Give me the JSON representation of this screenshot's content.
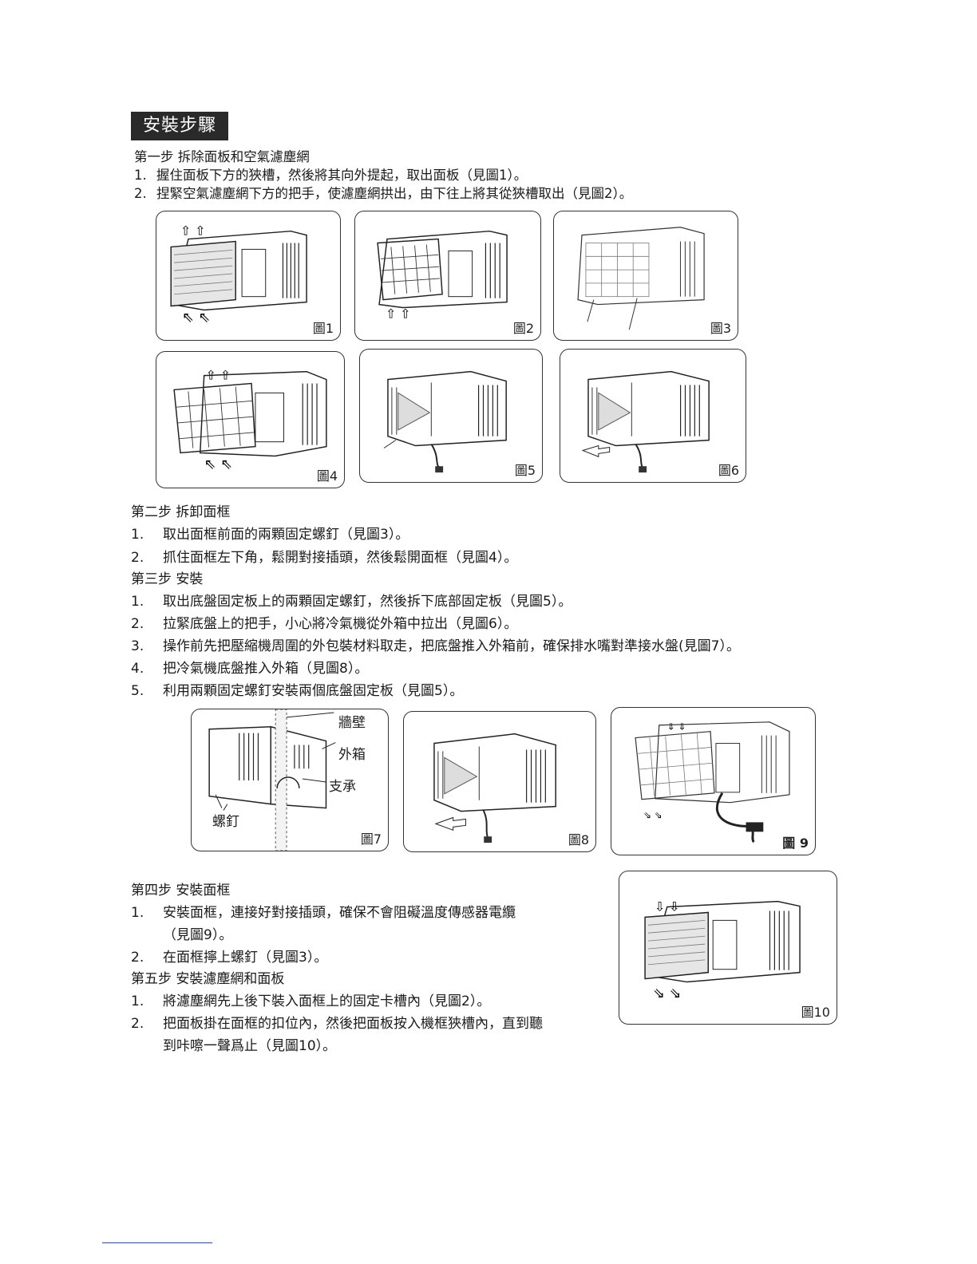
{
  "section_title": "安裝步驟",
  "step1": {
    "heading": "第一步 拆除面板和空氣濾塵網",
    "items": [
      {
        "num": "1.",
        "text": "握住面板下方的狹槽，然後將其向外提起，取出面板（見圖1）。"
      },
      {
        "num": "2.",
        "text": "捏緊空氣濾塵網下方的把手，使濾塵網拱出，由下往上將其從狹槽取出（見圖2）。"
      }
    ]
  },
  "figures_top": [
    "圖1",
    "圖2",
    "圖3",
    "圖4",
    "圖5",
    "圖6"
  ],
  "step2": {
    "heading": "第二步 拆卸面框",
    "items": [
      {
        "num": "1.",
        "text": "取出面框前面的兩顆固定螺釘（見圖3）。"
      },
      {
        "num": "2.",
        "text": "抓住面框左下角，鬆開對接插頭，然後鬆開面框（見圖4）。"
      }
    ]
  },
  "step3": {
    "heading": "第三步  安裝",
    "items": [
      {
        "num": "1.",
        "text": "取出底盤固定板上的兩顆固定螺釘，然後拆下底部固定板（見圖5）。"
      },
      {
        "num": "2.",
        "text": "拉緊底盤上的把手，小心將冷氣機從外箱中拉出（見圖6）。"
      },
      {
        "num": "3.",
        "text": "操作前先把壓縮機周圍的外包裝材料取走，把底盤推入外箱前，確保排水嘴對準接水盤(見圖7）。"
      },
      {
        "num": "4.",
        "text": "把冷氣機底盤推入外箱（見圖8）。"
      },
      {
        "num": "5.",
        "text": "利用兩顆固定螺釘安裝兩個底盤固定板（見圖5）。"
      }
    ]
  },
  "figures_mid": [
    "圖7",
    "圖8",
    "圖 9"
  ],
  "fig7_callouts": {
    "wall": "牆壁",
    "box": "外箱",
    "support": "支承",
    "screw": "螺釘"
  },
  "step4": {
    "heading": "第四步 安裝面框",
    "items": [
      {
        "num": "1.",
        "text": "安裝面框，連接好對接插頭，確保不會阻礙溫度傳感器電纜",
        "cont": "（見圖9）。"
      },
      {
        "num": "2.",
        "text": "在面框擰上螺釘（見圖3）。"
      }
    ]
  },
  "step5": {
    "heading": "第五步 安裝濾塵網和面板",
    "items": [
      {
        "num": "1.",
        "text": "將濾塵網先上後下裝入面框上的固定卡槽內（見圖2）。"
      },
      {
        "num": "2.",
        "text": "把面板掛在面框的扣位內，然後把面板按入機框狹槽內，直到聽",
        "cont": "到咔嚓一聲爲止（見圖10）。"
      }
    ]
  },
  "figure_bottom": "圖10"
}
